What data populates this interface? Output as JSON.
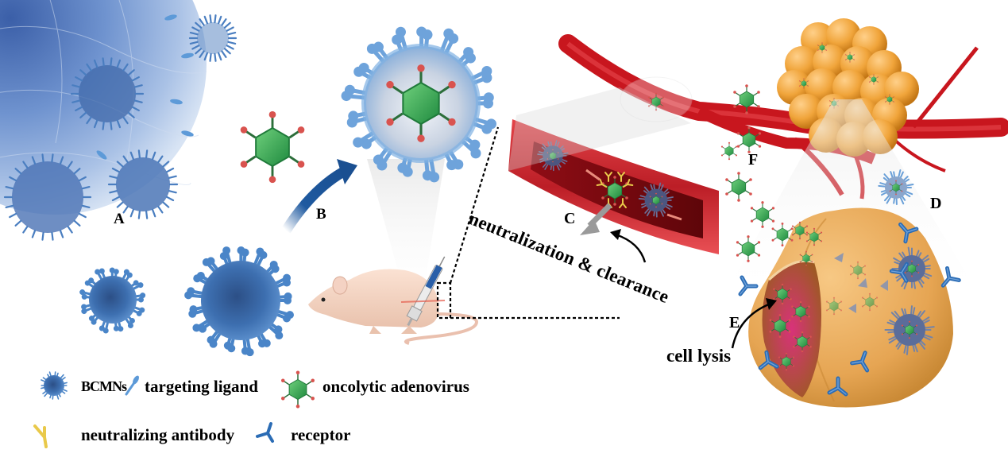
{
  "figure": {
    "type": "schematic",
    "panel_labels": {
      "A": "A",
      "B": "B",
      "C": "C",
      "D": "D",
      "E": "E",
      "F": "F"
    },
    "annotations": {
      "neutralization": "neutralization & clearance",
      "cell_lysis": "cell lysis"
    }
  },
  "legend": {
    "items": [
      {
        "icon": "bcmn-icon",
        "label": "BCMNs"
      },
      {
        "icon": "targeting-ligand-icon",
        "label": "targeting ligand"
      },
      {
        "icon": "oncolytic-adenovirus-icon",
        "label": "oncolytic adenovirus"
      },
      {
        "icon": "neutralizing-antibody-icon",
        "label": "neutralizing antibody"
      },
      {
        "icon": "receptor-icon",
        "label": "receptor"
      }
    ]
  },
  "colors": {
    "bcmn_blue": "#4f86c6",
    "bcmn_dark": "#2f5f99",
    "cell_membrane": "#9fb8de",
    "adenovirus_green": "#3aa655",
    "fiber_knob_red": "#d9534f",
    "antibody_yellow": "#e9c94a",
    "receptor_blue": "#2b6cb5",
    "vessel_red": "#c8161e",
    "vessel_dark": "#7a0a10",
    "tumor_orange": "#f0a43a",
    "tumor_cell": "#e8a95a",
    "arrow_blue": "#1f5aa0",
    "arrow_gray": "#9a9a9a"
  }
}
